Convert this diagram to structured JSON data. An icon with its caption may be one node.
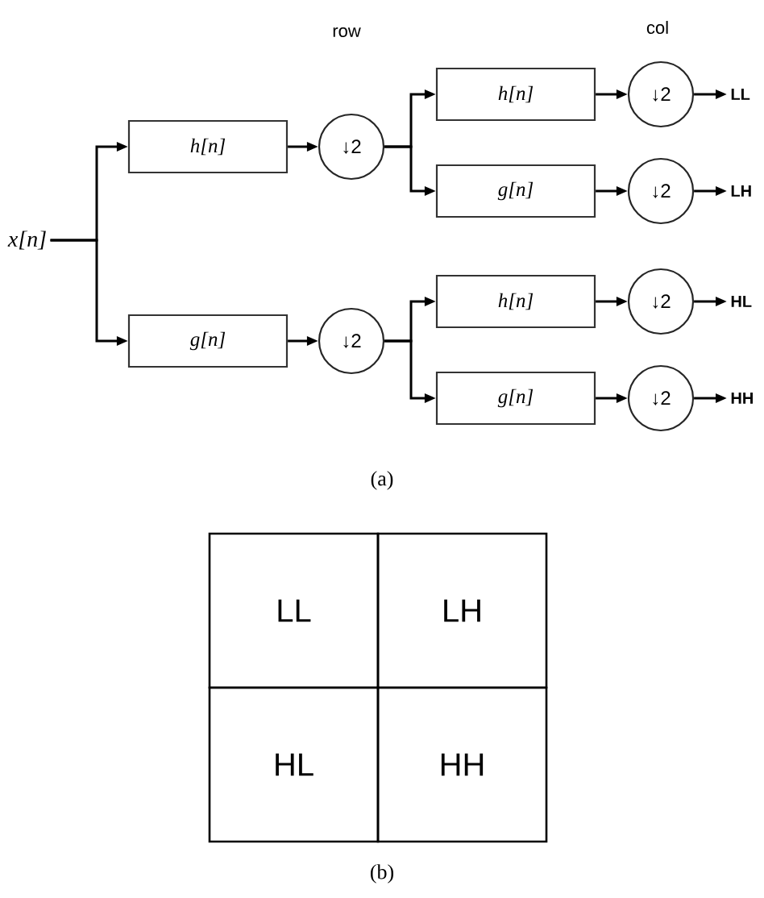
{
  "diagram": {
    "nodes": [
      {
        "text": [
          "x[n]"
        ]
      },
      {
        "text": [
          "h[n]"
        ]
      },
      {
        "text": [
          "g[n]"
        ]
      },
      {
        "text": [
          "↓2"
        ]
      },
      {
        "text": [
          "↓2"
        ]
      },
      {
        "text": [
          "h[n]"
        ]
      },
      {
        "text": [
          "g[n]"
        ]
      },
      {
        "text": [
          "h[n]"
        ]
      },
      {
        "text": [
          "g[n]"
        ]
      },
      {
        "text": [
          "↓2"
        ]
      },
      {
        "text": [
          "↓2"
        ]
      },
      {
        "text": [
          "↓2"
        ]
      },
      {
        "text": [
          "↓2"
        ]
      },
      {
        "text": [
          "LL"
        ]
      },
      {
        "text": [
          "LH"
        ]
      },
      {
        "text": [
          "HL"
        ]
      },
      {
        "text": [
          "HH"
        ]
      },
      {
        "text": [
          "LL"
        ]
      },
      {
        "text": [
          "LH"
        ]
      },
      {
        "text": [
          "HL"
        ]
      },
      {
        "text": [
          "HH"
        ]
      }
    ],
    "edges": [
      {
        "from": 0,
        "to": 1,
        "arrow": "to"
      },
      {
        "from": 0,
        "to": 2,
        "arrow": "to"
      },
      {
        "from": 1,
        "to": 3,
        "arrow": "to"
      },
      {
        "from": 2,
        "to": 4,
        "arrow": "to"
      },
      {
        "from": 3,
        "to": 5,
        "arrow": "to"
      },
      {
        "from": 3,
        "to": 6,
        "arrow": "to"
      },
      {
        "from": 4,
        "to": 7,
        "arrow": "to"
      },
      {
        "from": 4,
        "to": 8,
        "arrow": "to"
      },
      {
        "from": 5,
        "to": 9,
        "arrow": "to"
      },
      {
        "from": 6,
        "to": 10,
        "arrow": "to"
      },
      {
        "from": 7,
        "to": 11,
        "arrow": "to"
      },
      {
        "from": 8,
        "to": 12,
        "arrow": "to"
      },
      {
        "from": 9,
        "to": 13,
        "arrow": "to"
      },
      {
        "from": 10,
        "to": 14,
        "arrow": "to"
      },
      {
        "from": 11,
        "to": 15,
        "arrow": "to"
      },
      {
        "from": 12,
        "to": 16,
        "arrow": "to"
      }
    ],
    "labels": [
      "row",
      "col",
      "(a)",
      "(b)"
    ]
  }
}
